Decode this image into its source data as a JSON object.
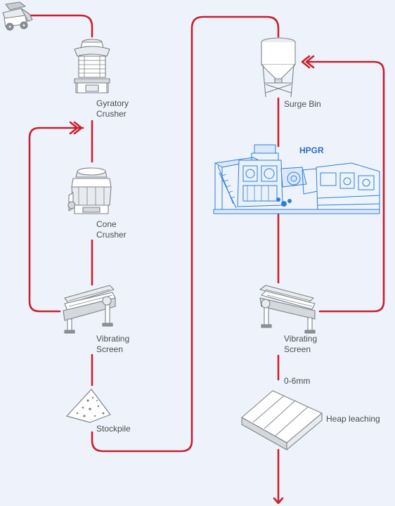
{
  "colors": {
    "flow_line": "#c8202f",
    "equipment": "#7d8288",
    "hpgr": "#2f7fd8",
    "label": "#4a4d52",
    "background": "#eef3fb"
  },
  "equipment": {
    "truck": {
      "icon": "dump-truck-icon"
    },
    "gyratory": {
      "icon": "gyratory-crusher-icon",
      "line1": "Gyratory",
      "line2": "Crusher"
    },
    "cone": {
      "icon": "cone-crusher-icon",
      "line1": "Cone",
      "line2": "Crusher"
    },
    "screen_left": {
      "icon": "vibrating-screen-icon",
      "line1": "Vibrating",
      "line2": "Screen"
    },
    "stockpile": {
      "icon": "stockpile-icon",
      "label": "Stockpile"
    },
    "surge_bin": {
      "icon": "surge-bin-icon",
      "label": "Surge Bin"
    },
    "hpgr": {
      "icon": "hpgr-machine-icon",
      "label": "HPGR"
    },
    "screen_right": {
      "icon": "vibrating-screen-icon",
      "line1": "Vibrating",
      "line2": "Screen"
    },
    "size_range": "0-6mm",
    "heap": {
      "icon": "heap-leaching-icon",
      "label": "Heap leaching"
    }
  }
}
